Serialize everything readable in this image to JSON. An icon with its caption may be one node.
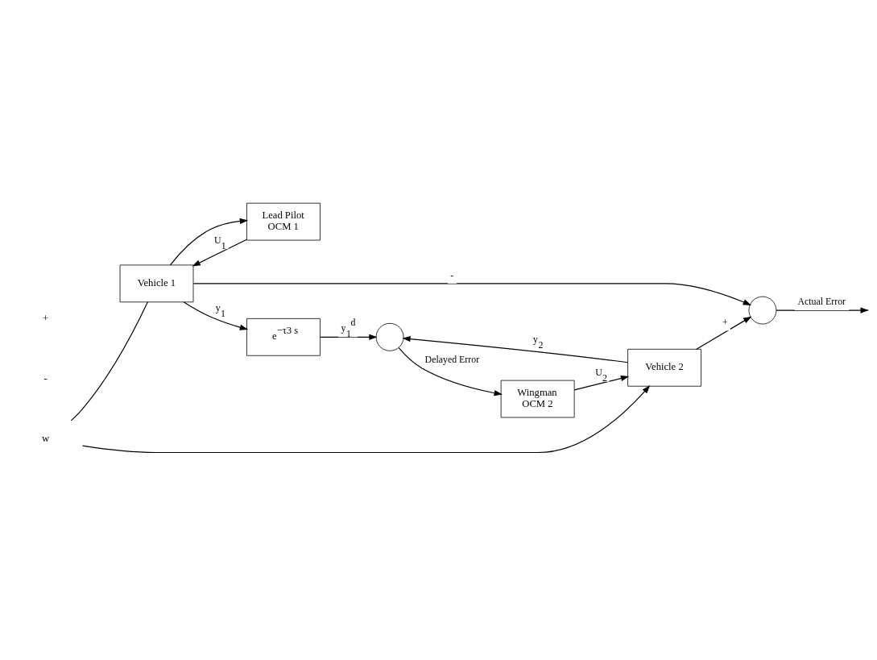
{
  "diagram": {
    "nodes": [
      {
        "text": [
          "Vehicle 1"
        ]
      },
      {
        "text": [
          "Lead Pilot",
          "OCM 1"
        ]
      },
      {
        "text": [],
        "shape": "circle"
      },
      {
        "text": [
          "e$^{−τ3 s}$"
        ]
      },
      {
        "text": [
          "Vehicle 2"
        ]
      },
      {
        "text": [],
        "shape": "circle"
      },
      {
        "text": [
          "Wingman",
          "OCM 2"
        ]
      },
      {
        "text": [
          "w"
        ]
      }
    ],
    "edges": [
      {
        "from": 7,
        "to": 0,
        "arrow": "none"
      },
      {
        "from": 7,
        "to": 4,
        "arrow": "to"
      },
      {
        "from": 1,
        "to": 0,
        "arrow": "to",
        "label": "U$_{1}$"
      },
      {
        "from": 0,
        "to": 1,
        "arrow": "to"
      },
      {
        "from": 0,
        "to": 2,
        "arrow": "to",
        "label": "-"
      },
      {
        "from": 0,
        "to": 3,
        "arrow": "to",
        "label": "y$_{1}$"
      },
      {
        "from": 4,
        "to": 2,
        "arrow": "to",
        "label": "+"
      },
      {
        "from": 2,
        "to": null,
        "arrow": "to",
        "label": "Actual Error"
      },
      {
        "from": 4,
        "to": 5,
        "arrow": "to",
        "label": "y$_{2}$"
      },
      {
        "from": 3,
        "to": 5,
        "arrow": "to",
        "label": "y$_{1}$$^{d}$"
      },
      {
        "from": 5,
        "to": 6,
        "arrow": "to",
        "label": "Delayed Error"
      },
      {
        "from": 6,
        "to": 4,
        "arrow": "to",
        "label": "U$_{2}$"
      }
    ],
    "labels": [
      "-",
      "+"
    ]
  }
}
